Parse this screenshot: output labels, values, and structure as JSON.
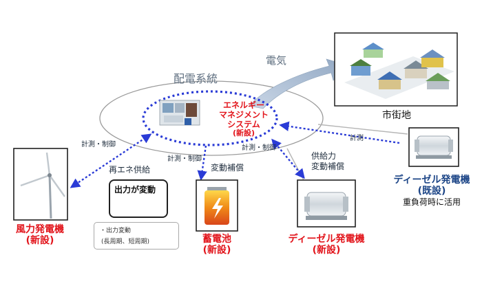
{
  "labels": {
    "distribution_system": "配電系統",
    "electricity": "電気",
    "city": "市街地",
    "ems_line1": "エネルギー",
    "ems_line2": "マネジメント",
    "ems_line3": "システム",
    "ems_new": "(新設)",
    "measure_control_left": "計測・制御",
    "measure_control_mid1": "計測・制御",
    "measure_control_mid2": "計測・制御",
    "measure_control_right": "計測",
    "renewable_supply": "再エネ供給",
    "fluctuation_comp_1": "変動補償",
    "supply_power": "供給力",
    "fluctuation_comp_2": "変動補償",
    "output_fluctuates": "出力が変動",
    "note_line1": "・出力変動",
    "note_line2": "(長周期、短周期)",
    "wind_name": "風力発電機",
    "wind_new": "(新設)",
    "battery_name": "蓄電池",
    "battery_new": "(新設)",
    "diesel_new_name": "ディーゼル発電機",
    "diesel_new_tag": "(新設)",
    "diesel_existing_name": "ディーゼル発電機",
    "diesel_existing_tag": "(既設)",
    "diesel_existing_use": "重負荷時に活用"
  },
  "colors": {
    "accent_blue": "#1c4587",
    "dotted_link": "#2a3bd6",
    "new_equipment_red": "#e2141b",
    "arrow_gray": "#9fb3c8"
  }
}
